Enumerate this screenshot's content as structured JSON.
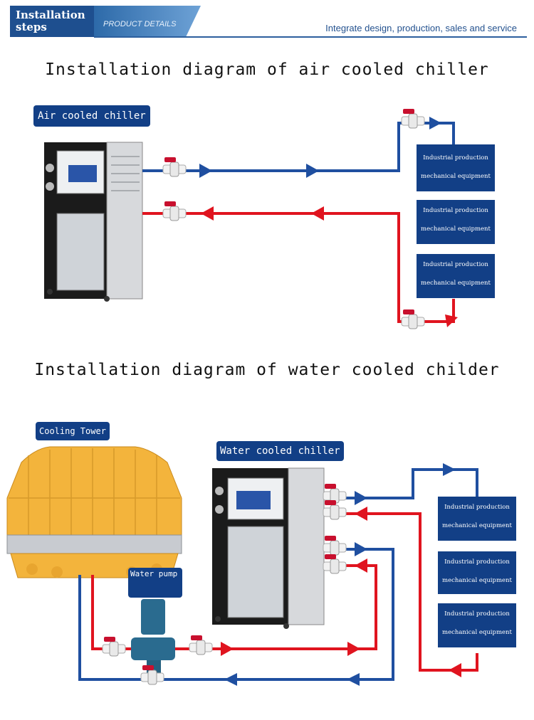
{
  "header": {
    "badge": "Installation steps",
    "subtitle": "PRODUCT DETAILS",
    "slogan": "Integrate design, production, sales and service"
  },
  "section1": {
    "title": "Installation diagram of air cooled chiller",
    "chiller_label": "Air cooled chiller",
    "equipment": [
      {
        "line1": "Industrial production",
        "line2": "mechanical equipment"
      },
      {
        "line1": "Industrial production",
        "line2": "mechanical equipment"
      },
      {
        "line1": "Industrial production",
        "line2": "mechanical equipment"
      }
    ]
  },
  "section2": {
    "title": "Installation diagram of water cooled childer",
    "tower_label": "Cooling Tower",
    "chiller_label": "Water cooled chiller",
    "pump_label": "Water pump",
    "equipment": [
      {
        "line1": "Industrial production",
        "line2": "mechanical equipment"
      },
      {
        "line1": "Industrial production",
        "line2": "mechanical equipment"
      },
      {
        "line1": "Industrial production",
        "line2": "mechanical equipment"
      }
    ]
  },
  "colors": {
    "supply": "#1f4fa0",
    "return": "#e0141f",
    "label_bg": "#123f86",
    "tower": "#f3b43c"
  }
}
